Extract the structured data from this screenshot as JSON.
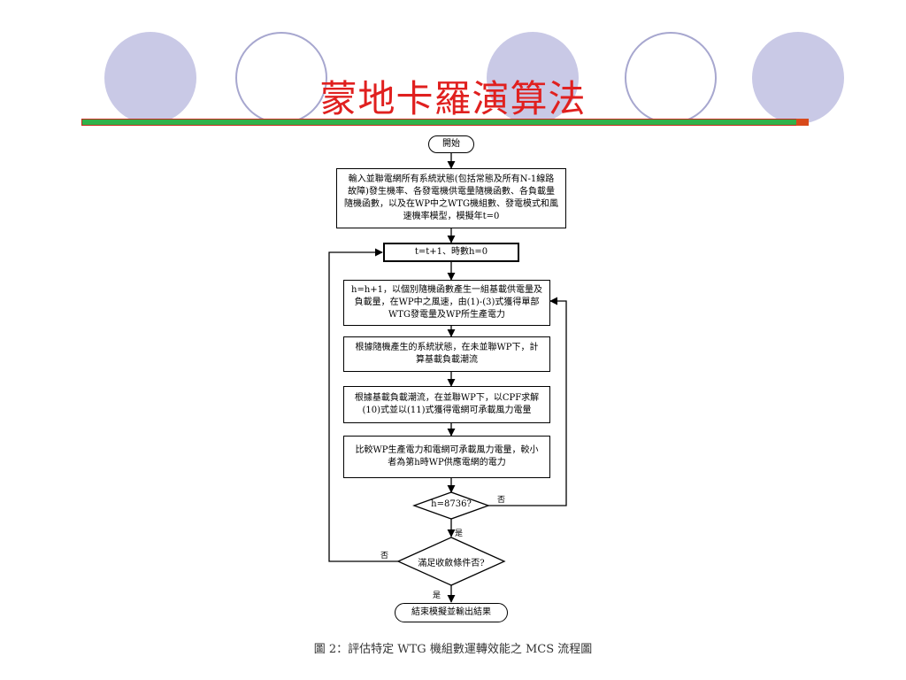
{
  "slide": {
    "title": "蒙地卡羅演算法",
    "caption": "圖 2：評估特定 WTG 機組數運轉效能之 MCS 流程圖"
  },
  "flowchart": {
    "start": "開始",
    "input": "輸入並聯電網所有系統狀態(包括常態及所有N-1線路故障)發生機率、各發電機供電量隨機函數、各負載量隨機函數，以及在WP中之WTG機組數、發電模式和風速機率模型，模擬年t=0",
    "year_update": "t=t+1、時數h=0",
    "hour_update": "h=h+1，以個別隨機函數產生一組基載供電量及負載量，在WP中之風速，由(1)-(3)式獲得單部WTG發電量及WP所生產電力",
    "flow_calc": "根據隨機產生的系統狀態，在未並聯WP下，計算基載負載潮流",
    "cpf_solve": "根據基載負載潮流，在並聯WP下，以CPF求解(10)式並以(11)式獲得電網可承載風力電量",
    "compare": "比較WP生產電力和電網可承載風力電量，較小者為第h時WP供應電網的電力",
    "decision_hour": "h=8736?",
    "decision_converge": "滿足收斂條件否?",
    "end": "結束模擬並輸出結果",
    "label_no": "否",
    "label_yes": "是"
  }
}
